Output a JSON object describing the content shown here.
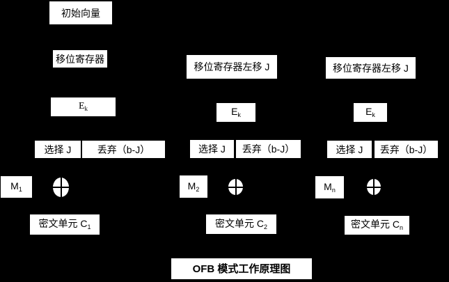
{
  "diagram": {
    "title": "OFB 模式工作原理图",
    "colors": {
      "background": "#000000",
      "box_fill": "#ffffff",
      "box_text": "#000000"
    },
    "xor_symbol": "xor-circle-cross",
    "columns": [
      {
        "iv": "初始向量",
        "register": "移位寄存器",
        "cipher_base": "E",
        "cipher_sub": "k",
        "select": "选择 J",
        "discard": "丢弃（b-J）",
        "message_base": "M",
        "message_sub": "1",
        "output_base": "密文单元 C",
        "output_sub": "1"
      },
      {
        "register": "移位寄存器左移 J",
        "cipher_base": "E",
        "cipher_sub": "k",
        "select": "选择 J",
        "discard": "丢弃（b-J）",
        "message_base": "M",
        "message_sub": "2",
        "output_base": "密文单元 C",
        "output_sub": "2"
      },
      {
        "register": "移位寄存器左移 J",
        "cipher_base": "E",
        "cipher_sub": "k",
        "select": "选择 J",
        "discard": "丢弃（b-J）",
        "message_base": "M",
        "message_sub": "n",
        "output_base": "密文单元 C",
        "output_sub": "n"
      }
    ]
  }
}
